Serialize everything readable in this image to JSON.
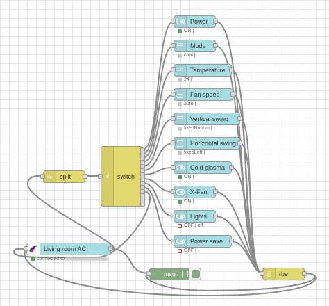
{
  "nodes": {
    "living_room_ac": {
      "label": "Living room AC",
      "status": "connected to"
    },
    "split": {
      "label": "split"
    },
    "switch": {
      "label": "switch"
    },
    "msg": {
      "label": "msg"
    },
    "rbe": {
      "label": "rbe"
    },
    "outputs": [
      {
        "label": "Power",
        "status": "ON |",
        "status_color": "green",
        "icon": "toggle-icon"
      },
      {
        "label": "Mode",
        "status": "cool |",
        "status_color": "grey",
        "icon": "list-icon"
      },
      {
        "label": "Temperature",
        "status": "24 |",
        "status_color": "grey",
        "icon": "numeric-icon"
      },
      {
        "label": "Fan speed",
        "status": "auto |",
        "status_color": "grey",
        "icon": "list-icon"
      },
      {
        "label": "Vertical swing",
        "status": "fixedBottom |",
        "status_color": "grey",
        "icon": "list-icon"
      },
      {
        "label": "Horizontal swing",
        "status": "fixedLeft |",
        "status_color": "grey",
        "icon": "list-icon"
      },
      {
        "label": "Cold plasma",
        "status": "ON |",
        "status_color": "green",
        "icon": "toggle-icon"
      },
      {
        "label": "X-Fan",
        "status": "ON |",
        "status_color": "green",
        "icon": "toggle-icon"
      },
      {
        "label": "Lights",
        "status": "OFF | off",
        "status_color": "red",
        "icon": "toggle-icon"
      },
      {
        "label": "Power save",
        "status": "OFF |",
        "status_color": "red",
        "icon": "toggle-icon"
      }
    ]
  },
  "colors": {
    "dashboard_node": "#a6dde3",
    "function_node": "#e2d96e",
    "debug_node": "#87a980",
    "wire": "#8c8c8c",
    "status_green": "#5a9e68",
    "status_red": "#d03030"
  }
}
